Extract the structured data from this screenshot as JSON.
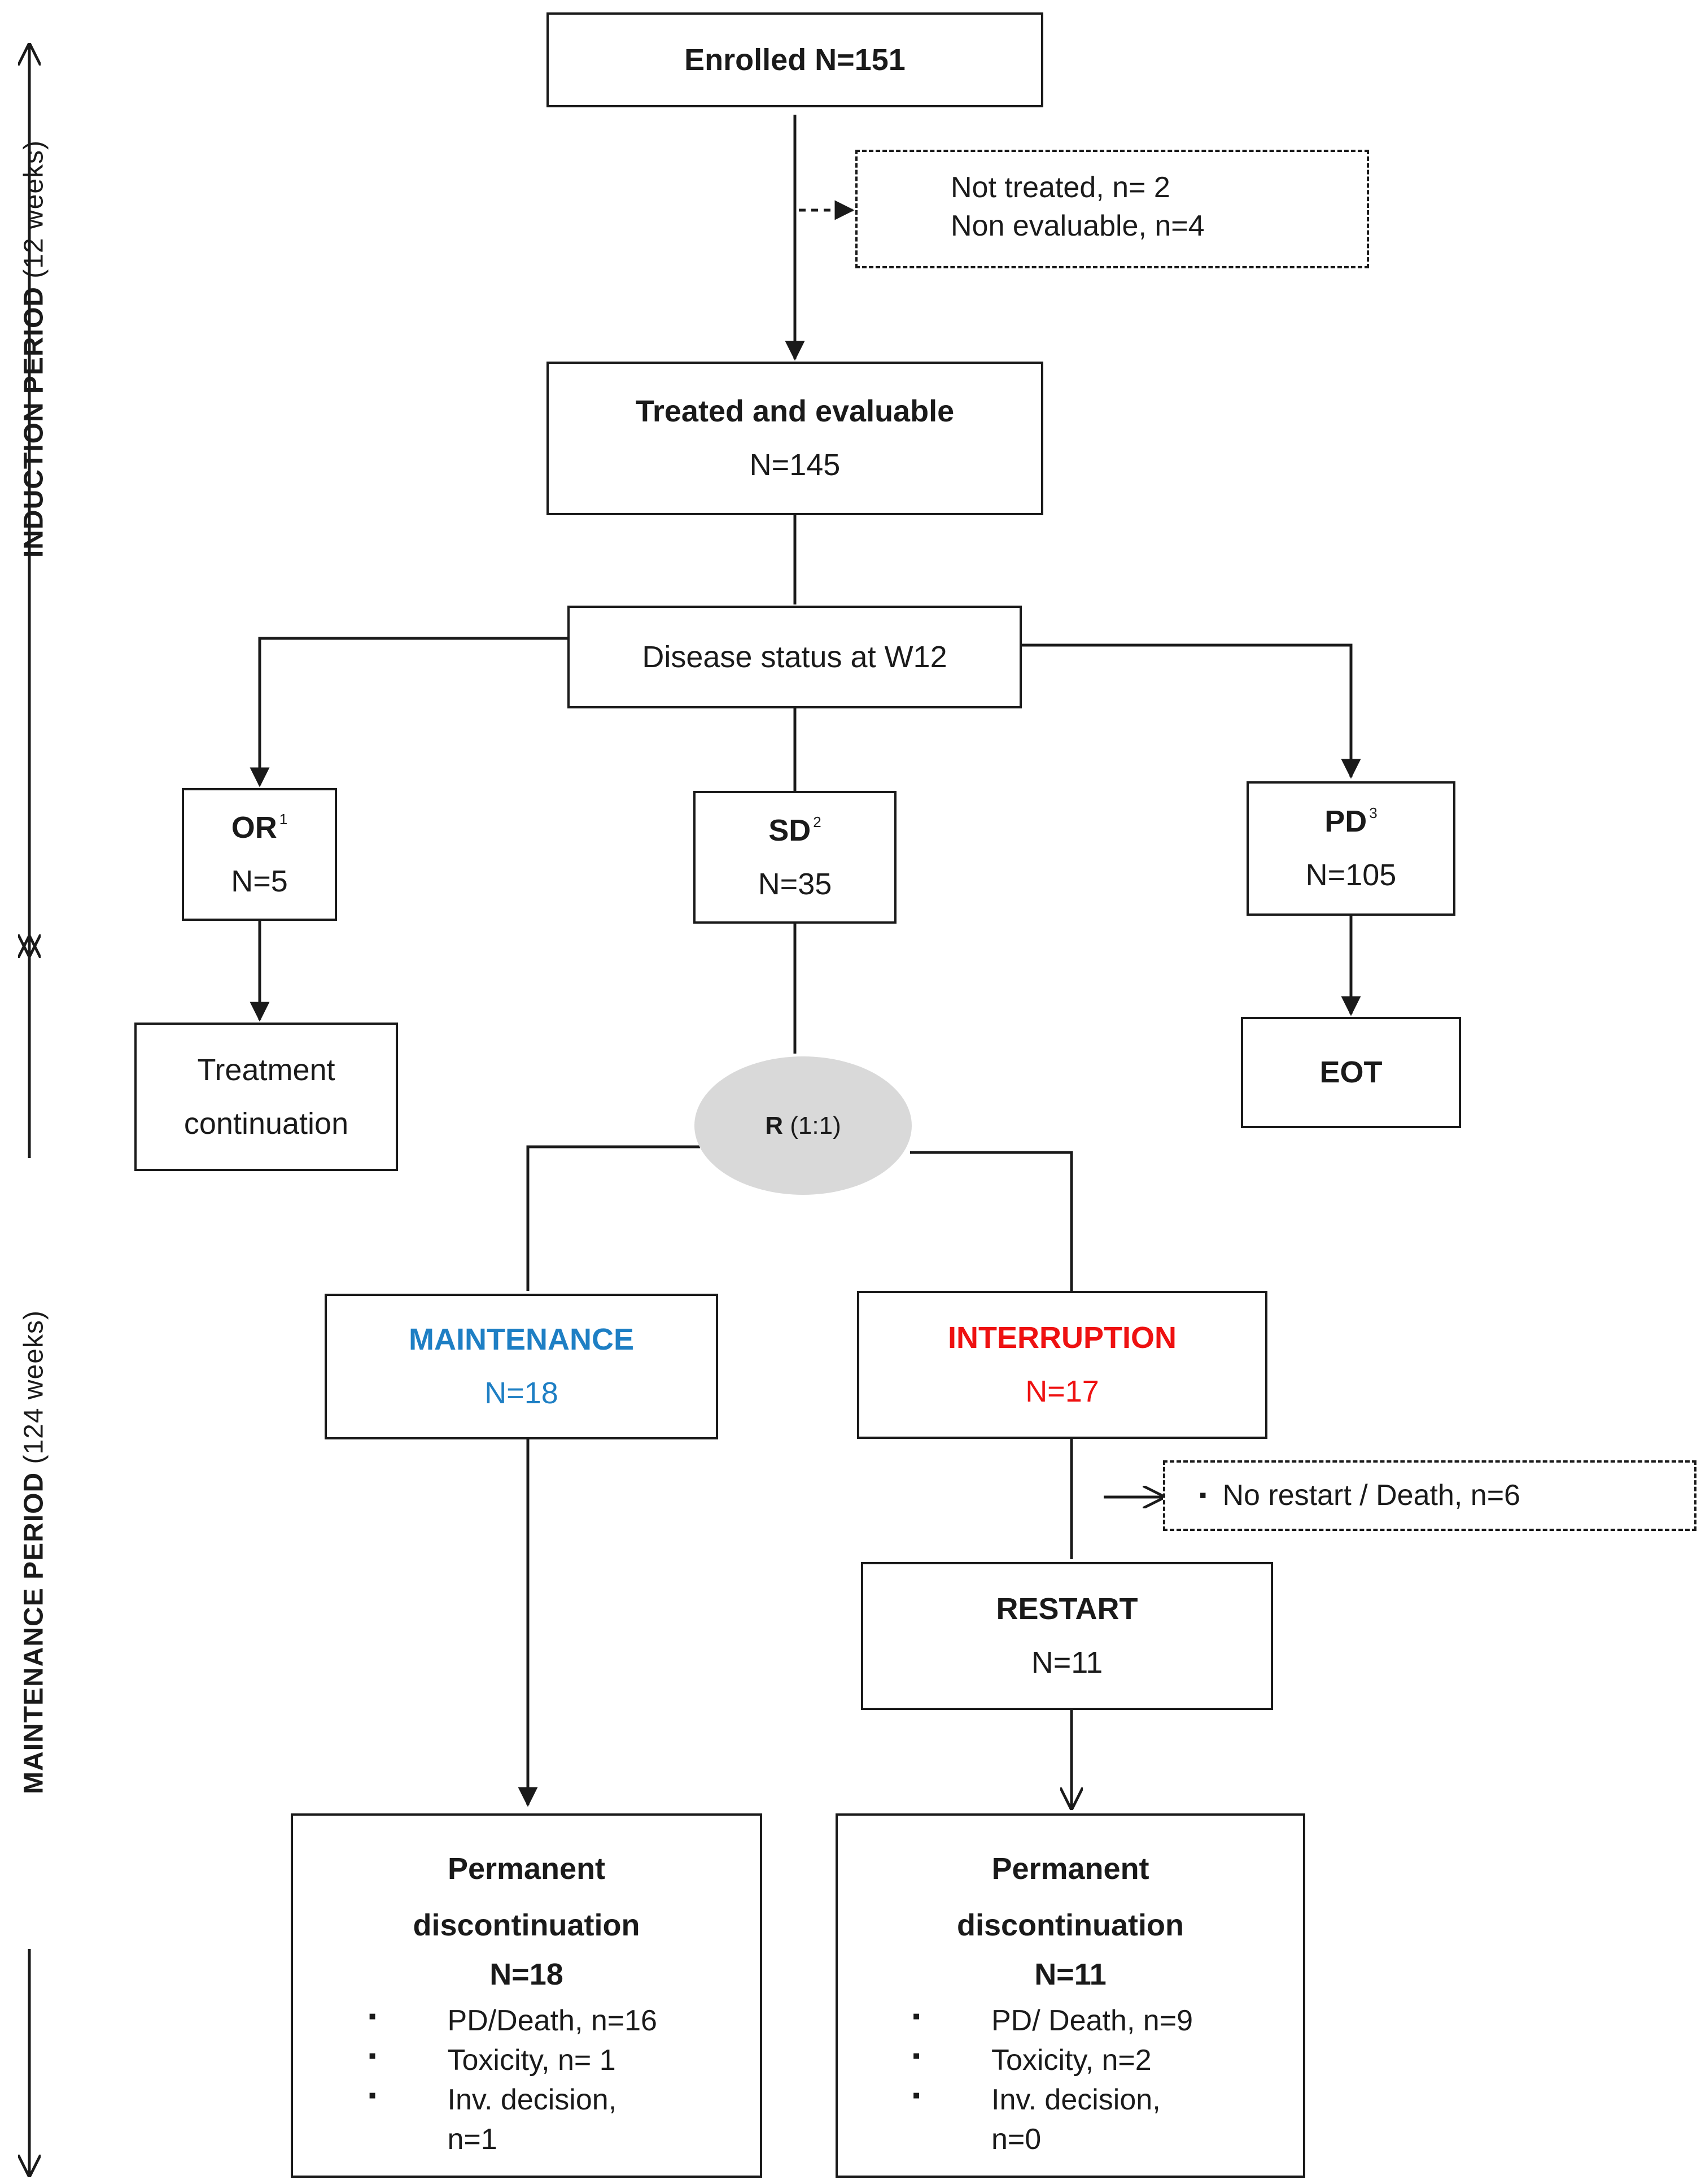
{
  "periods": {
    "induction": {
      "label": "INDUCTION PERIOD",
      "weeks": " (12 weeks)"
    },
    "maintenance": {
      "label": "MAINTENANCE PERIOD",
      "weeks": " (124 weeks)"
    }
  },
  "enrolled": {
    "label": "Enrolled N=151"
  },
  "excluded": {
    "line1": "Not treated, n= 2",
    "line2": "Non evaluable, n=4"
  },
  "treated": {
    "title": "Treated and evaluable",
    "n": "N=145"
  },
  "status": {
    "label": "Disease status at W12"
  },
  "or": {
    "title": "OR",
    "sup": "1",
    "n": "N=5"
  },
  "sd": {
    "title": "SD",
    "sup": "2",
    "n": "N=35"
  },
  "pd": {
    "title": "PD",
    "sup": "3",
    "n": "N=105"
  },
  "continuation": {
    "line1": "Treatment",
    "line2": "continuation"
  },
  "eot": {
    "label": "EOT"
  },
  "randomization": {
    "bold": "R",
    "rest": " (1:1)"
  },
  "maintenance_arm": {
    "title": "MAINTENANCE",
    "n": "N=18",
    "color": "#1e7fc4"
  },
  "interruption_arm": {
    "title": "INTERRUPTION",
    "n": "N=17",
    "color": "#ee1111"
  },
  "no_restart": {
    "label": "No restart / Death, n=6"
  },
  "restart": {
    "title": "RESTART",
    "n": "N=11"
  },
  "disc_left": {
    "line1": "Permanent",
    "line2": "discontinuation",
    "n": "N=18",
    "items": [
      "PD/Death, n=16",
      "Toxicity, n= 1",
      "Inv. decision,",
      "n=1"
    ]
  },
  "disc_right": {
    "line1": "Permanent",
    "line2": "discontinuation",
    "n": "N=11",
    "items": [
      "PD/ Death, n=9",
      "Toxicity, n=2",
      "Inv. decision,",
      "n=0"
    ]
  }
}
